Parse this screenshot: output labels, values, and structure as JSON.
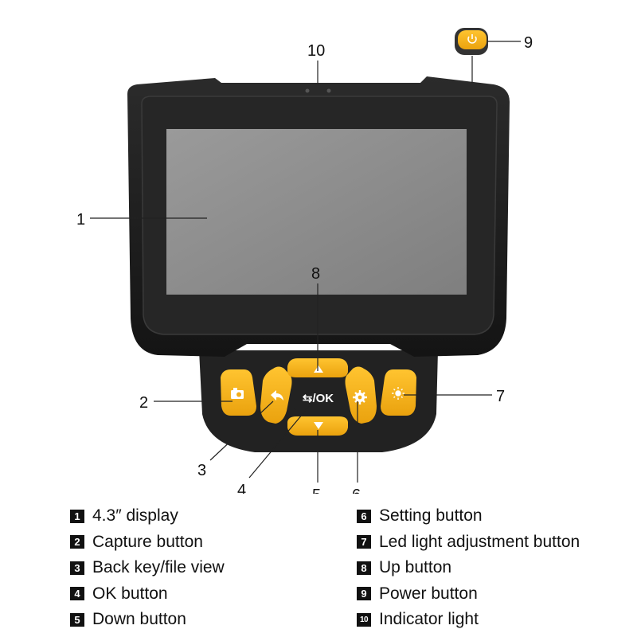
{
  "callouts": [
    "1",
    "2",
    "3",
    "4",
    "5",
    "6",
    "7",
    "8",
    "9",
    "10"
  ],
  "legend": [
    {
      "num": "1",
      "text": "4.3″ display"
    },
    {
      "num": "2",
      "text": "Capture button"
    },
    {
      "num": "3",
      "text": "Back key/file view"
    },
    {
      "num": "4",
      "text": "OK button"
    },
    {
      "num": "5",
      "text": "Down button"
    },
    {
      "num": "6",
      "text": "Setting button"
    },
    {
      "num": "7",
      "text": "Led light adjustment button"
    },
    {
      "num": "8",
      "text": "Up button"
    },
    {
      "num": "9",
      "text": "Power button"
    },
    {
      "num": "10",
      "text": "Indicator light"
    }
  ],
  "device": {
    "ok_label": "⇆/OK",
    "colors": {
      "body": "#1c1c1c",
      "bezel": "#2a2a2a",
      "screen": "#8e8e8e",
      "button_orange": "#f6b21c",
      "leader_line": "#222222"
    }
  }
}
